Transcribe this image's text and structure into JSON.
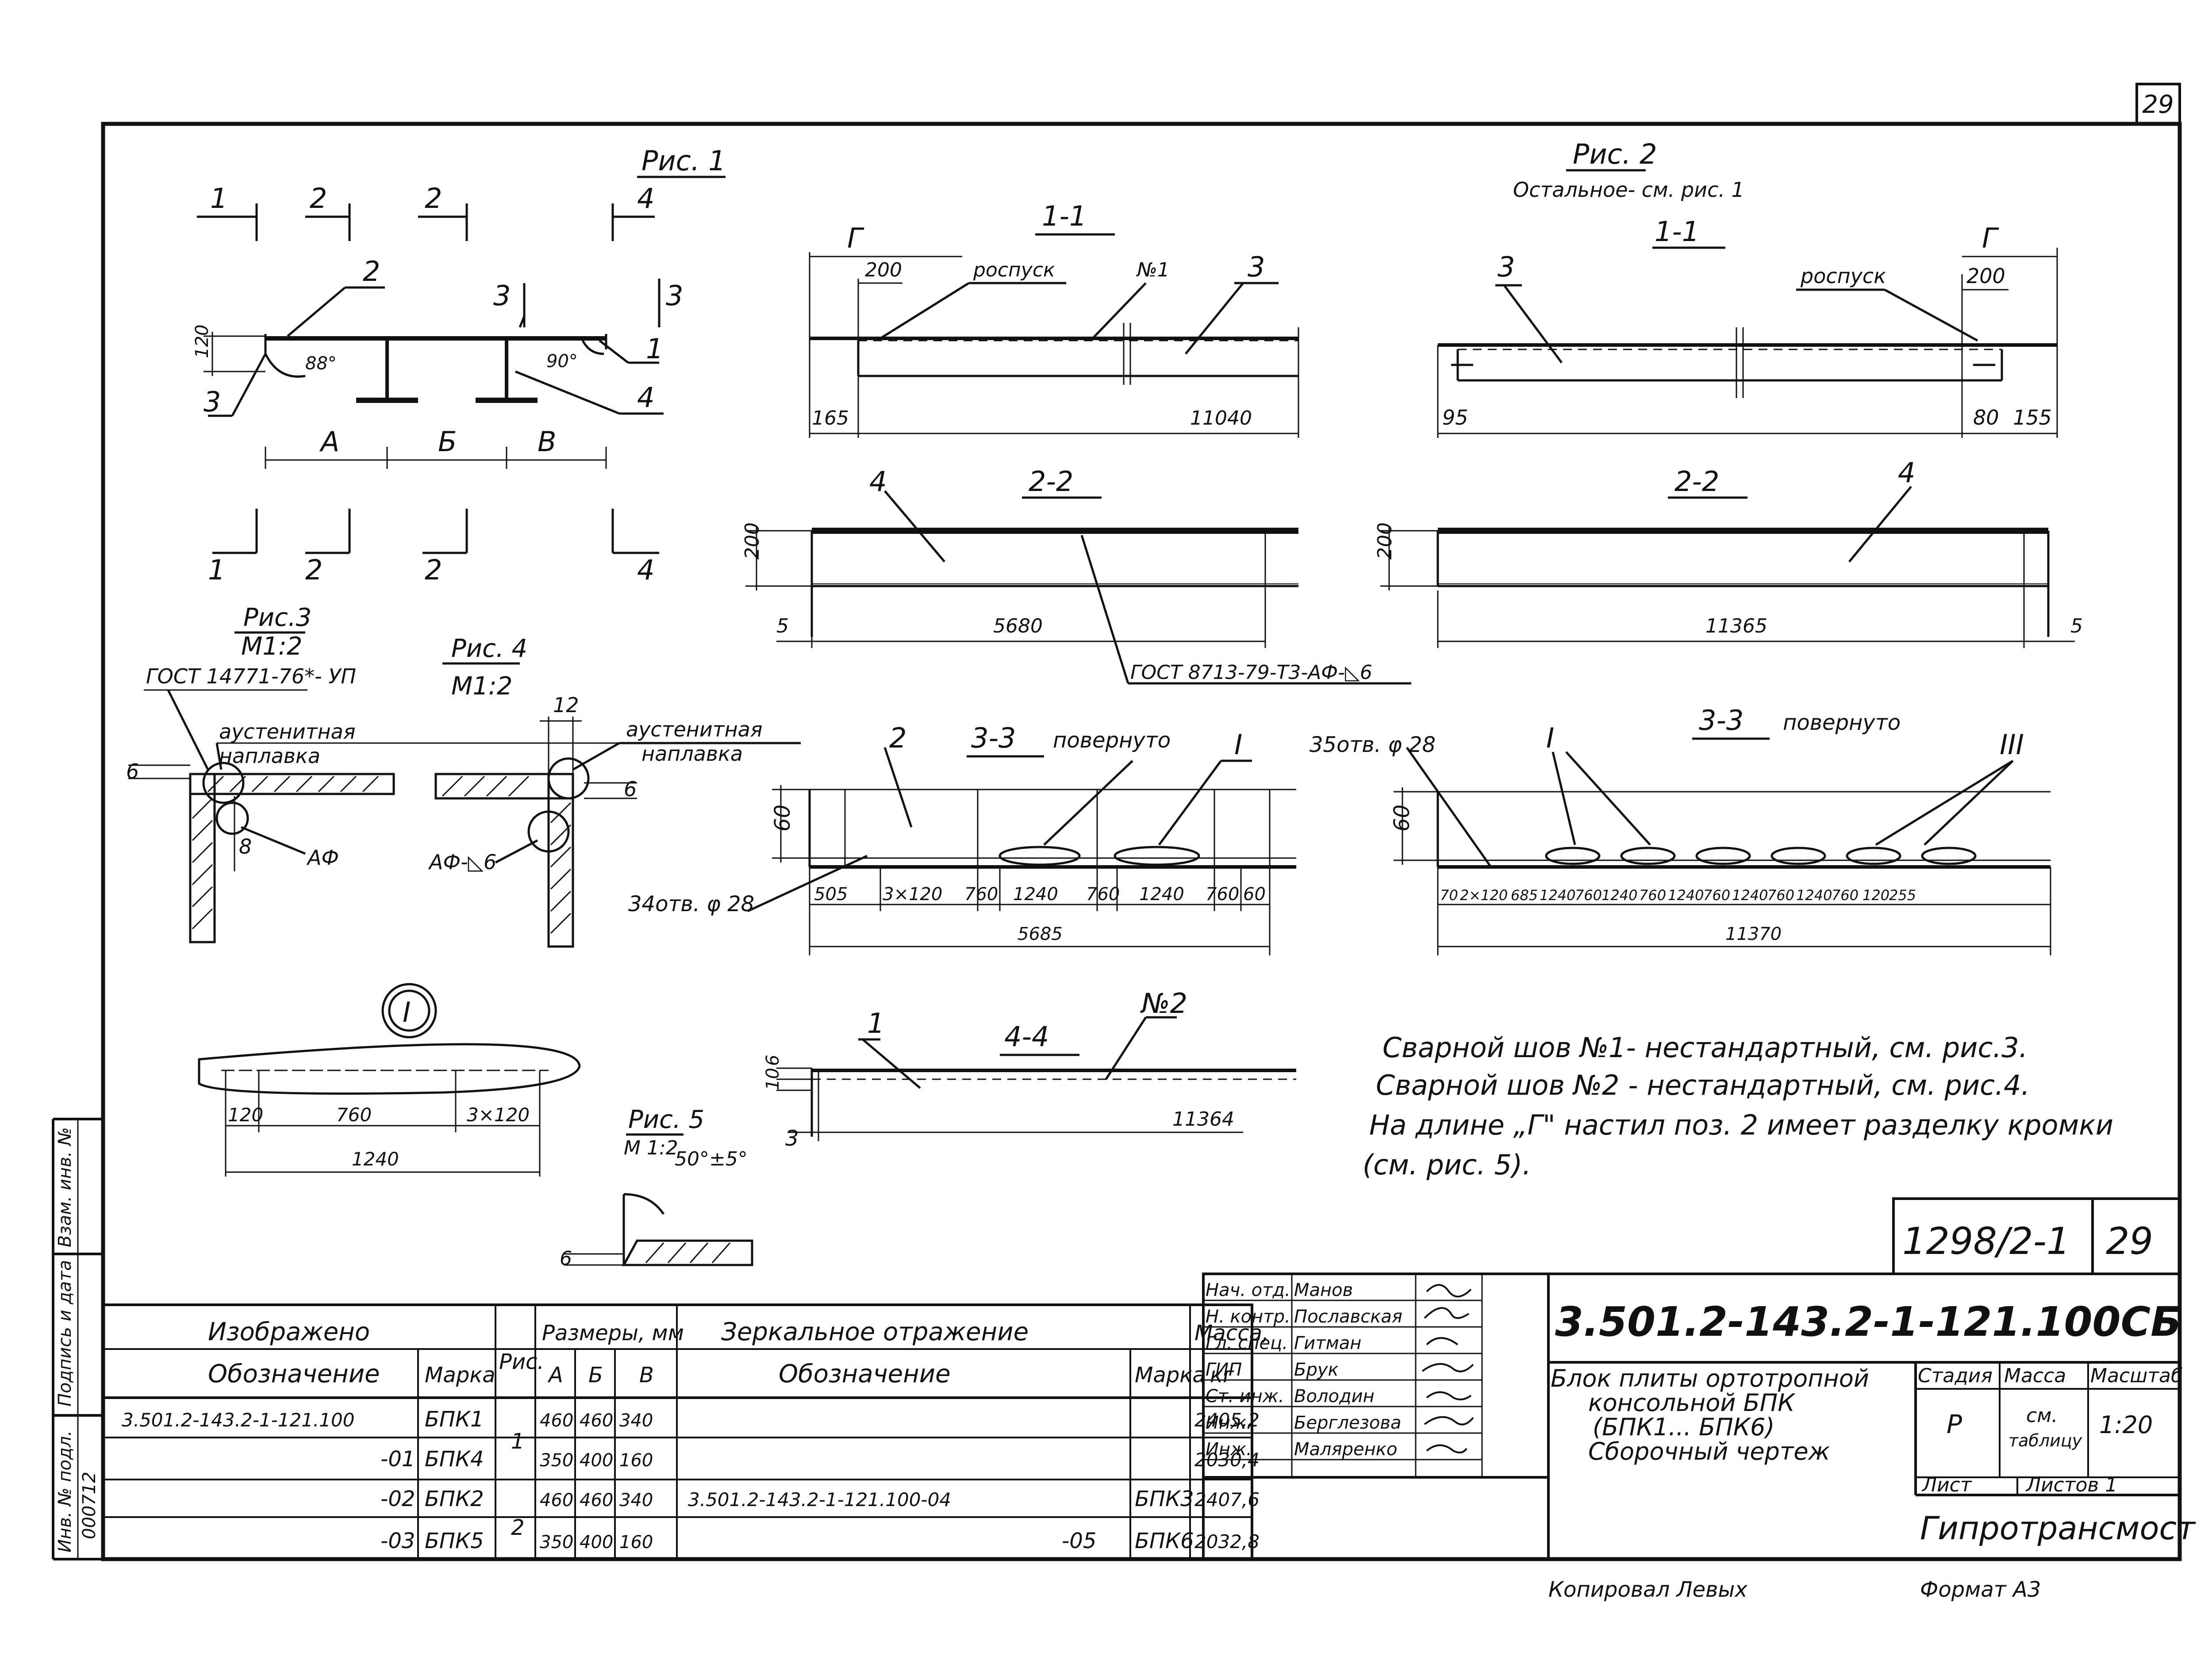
{
  "sheet_number_corner": "29",
  "fig1": {
    "title": "Рис. 1",
    "labels": [
      "1",
      "2",
      "2",
      "4",
      "2",
      "3",
      "3",
      "1",
      "4",
      "3",
      "120",
      "88°",
      "90°",
      "А",
      "Б",
      "В",
      "1",
      "2",
      "2",
      "4"
    ]
  },
  "fig2": {
    "title": "Рис. 2",
    "note": "Остальное- см. рис. 1"
  },
  "sec11_left": {
    "title": "1-1",
    "g": "Г",
    "d200": "200",
    "rospusk": "роспуск",
    "weld": "№1",
    "pos": "3",
    "d165": "165",
    "d11040": "11040"
  },
  "sec11_right": {
    "title": "1-1",
    "pos": "3",
    "rospusk": "роспуск",
    "g": "Г",
    "d200": "200",
    "d95": "95",
    "d80": "80",
    "d155": "155"
  },
  "sec22_left": {
    "title": "2-2",
    "pos": "4",
    "d200": "200",
    "d5": "5",
    "d5680": "5680",
    "gost": "ГОСТ 8713-79-Т3-АФ-◺6"
  },
  "sec22_right": {
    "title": "2-2",
    "pos": "4",
    "d200": "200",
    "d11365": "11365",
    "d5": "5"
  },
  "fig3": {
    "title": "Рис.3",
    "scale": "М1:2",
    "gost": "ГОСТ 14771-76*- УП",
    "naplavka1": "аустенитная",
    "naplavka2": "наплавка",
    "d6": "6",
    "d8": "8",
    "af": "АФ"
  },
  "fig4": {
    "title": "Рис. 4",
    "scale": "М1:2",
    "d12": "12",
    "naplavka1": "аустенитная",
    "naplavka2": "наплавка",
    "d6": "6",
    "af": "АФ-◺6"
  },
  "sec33_left": {
    "title": "3-3",
    "suffix": "повернуто",
    "pos": "2",
    "mark": "I",
    "d60": "60",
    "holes": "34отв. φ 28",
    "dims": [
      "505",
      "3×120",
      "760",
      "1240",
      "760",
      "1240",
      "760",
      "60"
    ],
    "total": "5685"
  },
  "sec33_right": {
    "title": "3-3",
    "suffix": "повернуто",
    "holes": "35отв. φ 28",
    "mark1": "I",
    "mark3": "III",
    "d60": "60",
    "dims": [
      "70",
      "2×120",
      "685",
      "1240",
      "760",
      "1240",
      "760",
      "1240",
      "760",
      "1240",
      "760",
      "1240",
      "760",
      "120",
      "255"
    ],
    "total": "11370"
  },
  "detail1": {
    "mark": "I",
    "d120": "120",
    "d760": "760",
    "d3x120": "3×120",
    "d1240": "1240"
  },
  "sec44": {
    "title": "4-4",
    "pos": "1",
    "weld": "№2",
    "d10": "10",
    "d6": "6",
    "d3": "3",
    "d11364": "11364"
  },
  "fig5": {
    "title": "Рис. 5",
    "scale": "М 1:2",
    "angle": "50°±5°",
    "d6": "6"
  },
  "notes": [
    "Сварной шов №1- нестандартный, см. рис.3.",
    "Сварной шов №2 - нестандартный, см. рис.4.",
    "На длине „Г\" настил поз. 2 имеет разделку кромки",
    "(см. рис. 5)."
  ],
  "left_margin": {
    "vzam": "Взам. инв. №",
    "podpis": "Подпись и дата",
    "inv": "Инв. № подл.",
    "inv_no": "000712"
  },
  "spec_table": {
    "h_izobrazheno": "Изображено",
    "h_oboznachenie": "Обозначение",
    "h_marka": "Марка",
    "h_ris": "Рис.",
    "h_razmery": "Размеры, мм",
    "h_a": "А",
    "h_b": "Б",
    "h_v": "В",
    "h_zerkalnoe": "Зеркальное отражение",
    "h_oboznachenie2": "Обозначение",
    "h_marka2": "Марка",
    "h_massa": "Масса,",
    "h_kg": "кг",
    "rows": [
      {
        "oboz": "3.501.2-143.2-1-121.100",
        "marka": "БПК1",
        "a": "460",
        "b": "460",
        "v": "340",
        "oboz2": "",
        "marka2": "",
        "massa": "2405,2"
      },
      {
        "oboz": "-01",
        "marka": "БПК4",
        "a": "350",
        "b": "400",
        "v": "160",
        "oboz2": "",
        "marka2": "",
        "massa": "2030,4"
      },
      {
        "oboz": "-02",
        "marka": "БПК2",
        "a": "460",
        "b": "460",
        "v": "340",
        "oboz2": "3.501.2-143.2-1-121.100-04",
        "marka2": "БПК3",
        "massa": "2407,6"
      },
      {
        "oboz": "-03",
        "marka": "БПК5",
        "a": "350",
        "b": "400",
        "v": "160",
        "oboz2": "-05",
        "marka2": "БПК6",
        "massa": "2032,8"
      }
    ],
    "ris1": "1",
    "ris2": "2"
  },
  "title_block": {
    "ref": "1298/2-1",
    "sheet": "29",
    "roles": [
      "Нач. отд.",
      "Н. контр.",
      "Гл. спец.",
      "ГИП",
      "Ст. инж.",
      "Инж.",
      "Инж."
    ],
    "names": [
      "Манов",
      "Пославская",
      "Гитман",
      "Брук",
      "Володин",
      "Берглезова",
      "Маляренко"
    ],
    "code": "3.501.2-143.2-1-121.100СБ",
    "desc": [
      "Блок плиты ортотропной",
      "консольной БПК",
      "(БПК1... БПК6)",
      "Сборочный чертеж"
    ],
    "h_stadiya": "Стадия",
    "h_massa": "Масса",
    "h_masshtab": "Масштаб",
    "stadiya": "Р",
    "massa1": "см.",
    "massa2": "таблицу",
    "masshtab": "1:20",
    "list": "Лист",
    "listov": "Листов 1",
    "org": "Гипротрансмост"
  },
  "footer": {
    "kopiroval": "Копировал Левых",
    "format": "Формат А3"
  }
}
